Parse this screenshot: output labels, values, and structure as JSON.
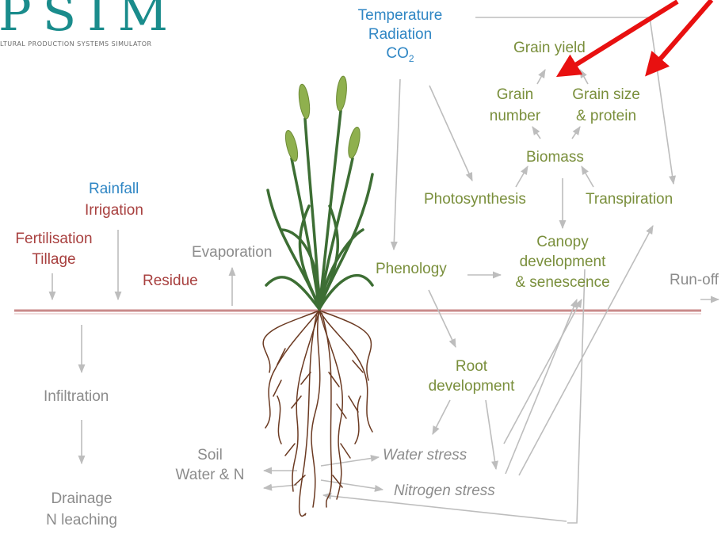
{
  "logo": {
    "letters": "PSIM",
    "tagline": "LTURAL PRODUCTION SYSTEMS SIMULATOR"
  },
  "drivers": {
    "temperature": "Temperature",
    "radiation": "Radiation",
    "co2_text": "CO",
    "co2_sub": "2"
  },
  "inputs": {
    "rainfall": "Rainfall",
    "irrigation": "Irrigation",
    "fertilisation": "Fertilisation",
    "tillage": "Tillage",
    "residue": "Residue",
    "evaporation": "Evaporation"
  },
  "crop": {
    "grain_yield": "Grain yield",
    "grain_number_1": "Grain",
    "grain_number_2": "number",
    "grain_size_1": "Grain size",
    "grain_size_2": "& protein",
    "biomass": "Biomass",
    "photosynthesis": "Photosynthesis",
    "transpiration": "Transpiration",
    "canopy_1": "Canopy",
    "canopy_2": "development",
    "canopy_3": "& senescence",
    "phenology": "Phenology",
    "root_1": "Root",
    "root_2": "development"
  },
  "soil": {
    "runoff": "Run-off",
    "infiltration": "Infiltration",
    "drainage": "Drainage",
    "n_leaching": "N leaching",
    "soil": "Soil",
    "water_n": "Water & N",
    "water_stress": "Water stress",
    "nitrogen_stress": "Nitrogen stress"
  },
  "colors": {
    "green": "#7a8f3c",
    "blue": "#2f86c4",
    "red_text": "#a8403f",
    "arrow_gray": "#bdbdbd",
    "soil_line": "#c98a8a",
    "highlight_arrow": "#e81010",
    "root_brown": "#6b3a22",
    "leaf_green": "#3d6e34"
  }
}
